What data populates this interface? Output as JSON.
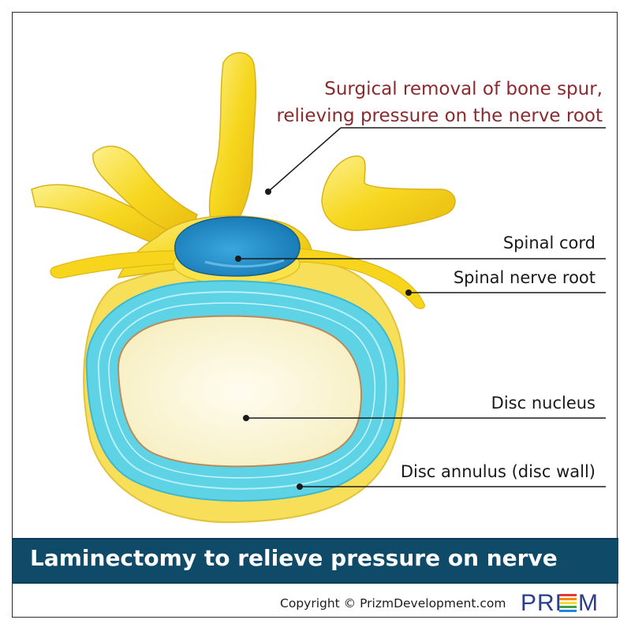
{
  "diagram": {
    "callout": {
      "line1": "Surgical removal of bone spur,",
      "line2": "relieving pressure on the nerve root"
    },
    "labels": {
      "spinal_cord": "Spinal cord",
      "spinal_nerve_root": "Spinal nerve root",
      "disc_nucleus": "Disc nucleus",
      "disc_annulus": "Disc annulus (disc wall)"
    },
    "colors": {
      "bone": "#f5d21e",
      "bone_light": "#fbec7a",
      "cord": "#1f8ec9",
      "annulus": "#5fd3e6",
      "nucleus": "#fbf6d8",
      "callout": "#8b2a2e",
      "banner": "#0f4a68"
    }
  },
  "banner": {
    "title": "Laminectomy to relieve pressure on nerve"
  },
  "footer": {
    "copyright": "Copyright © PrizmDevelopment.com",
    "logo_text": "PRIZM"
  }
}
